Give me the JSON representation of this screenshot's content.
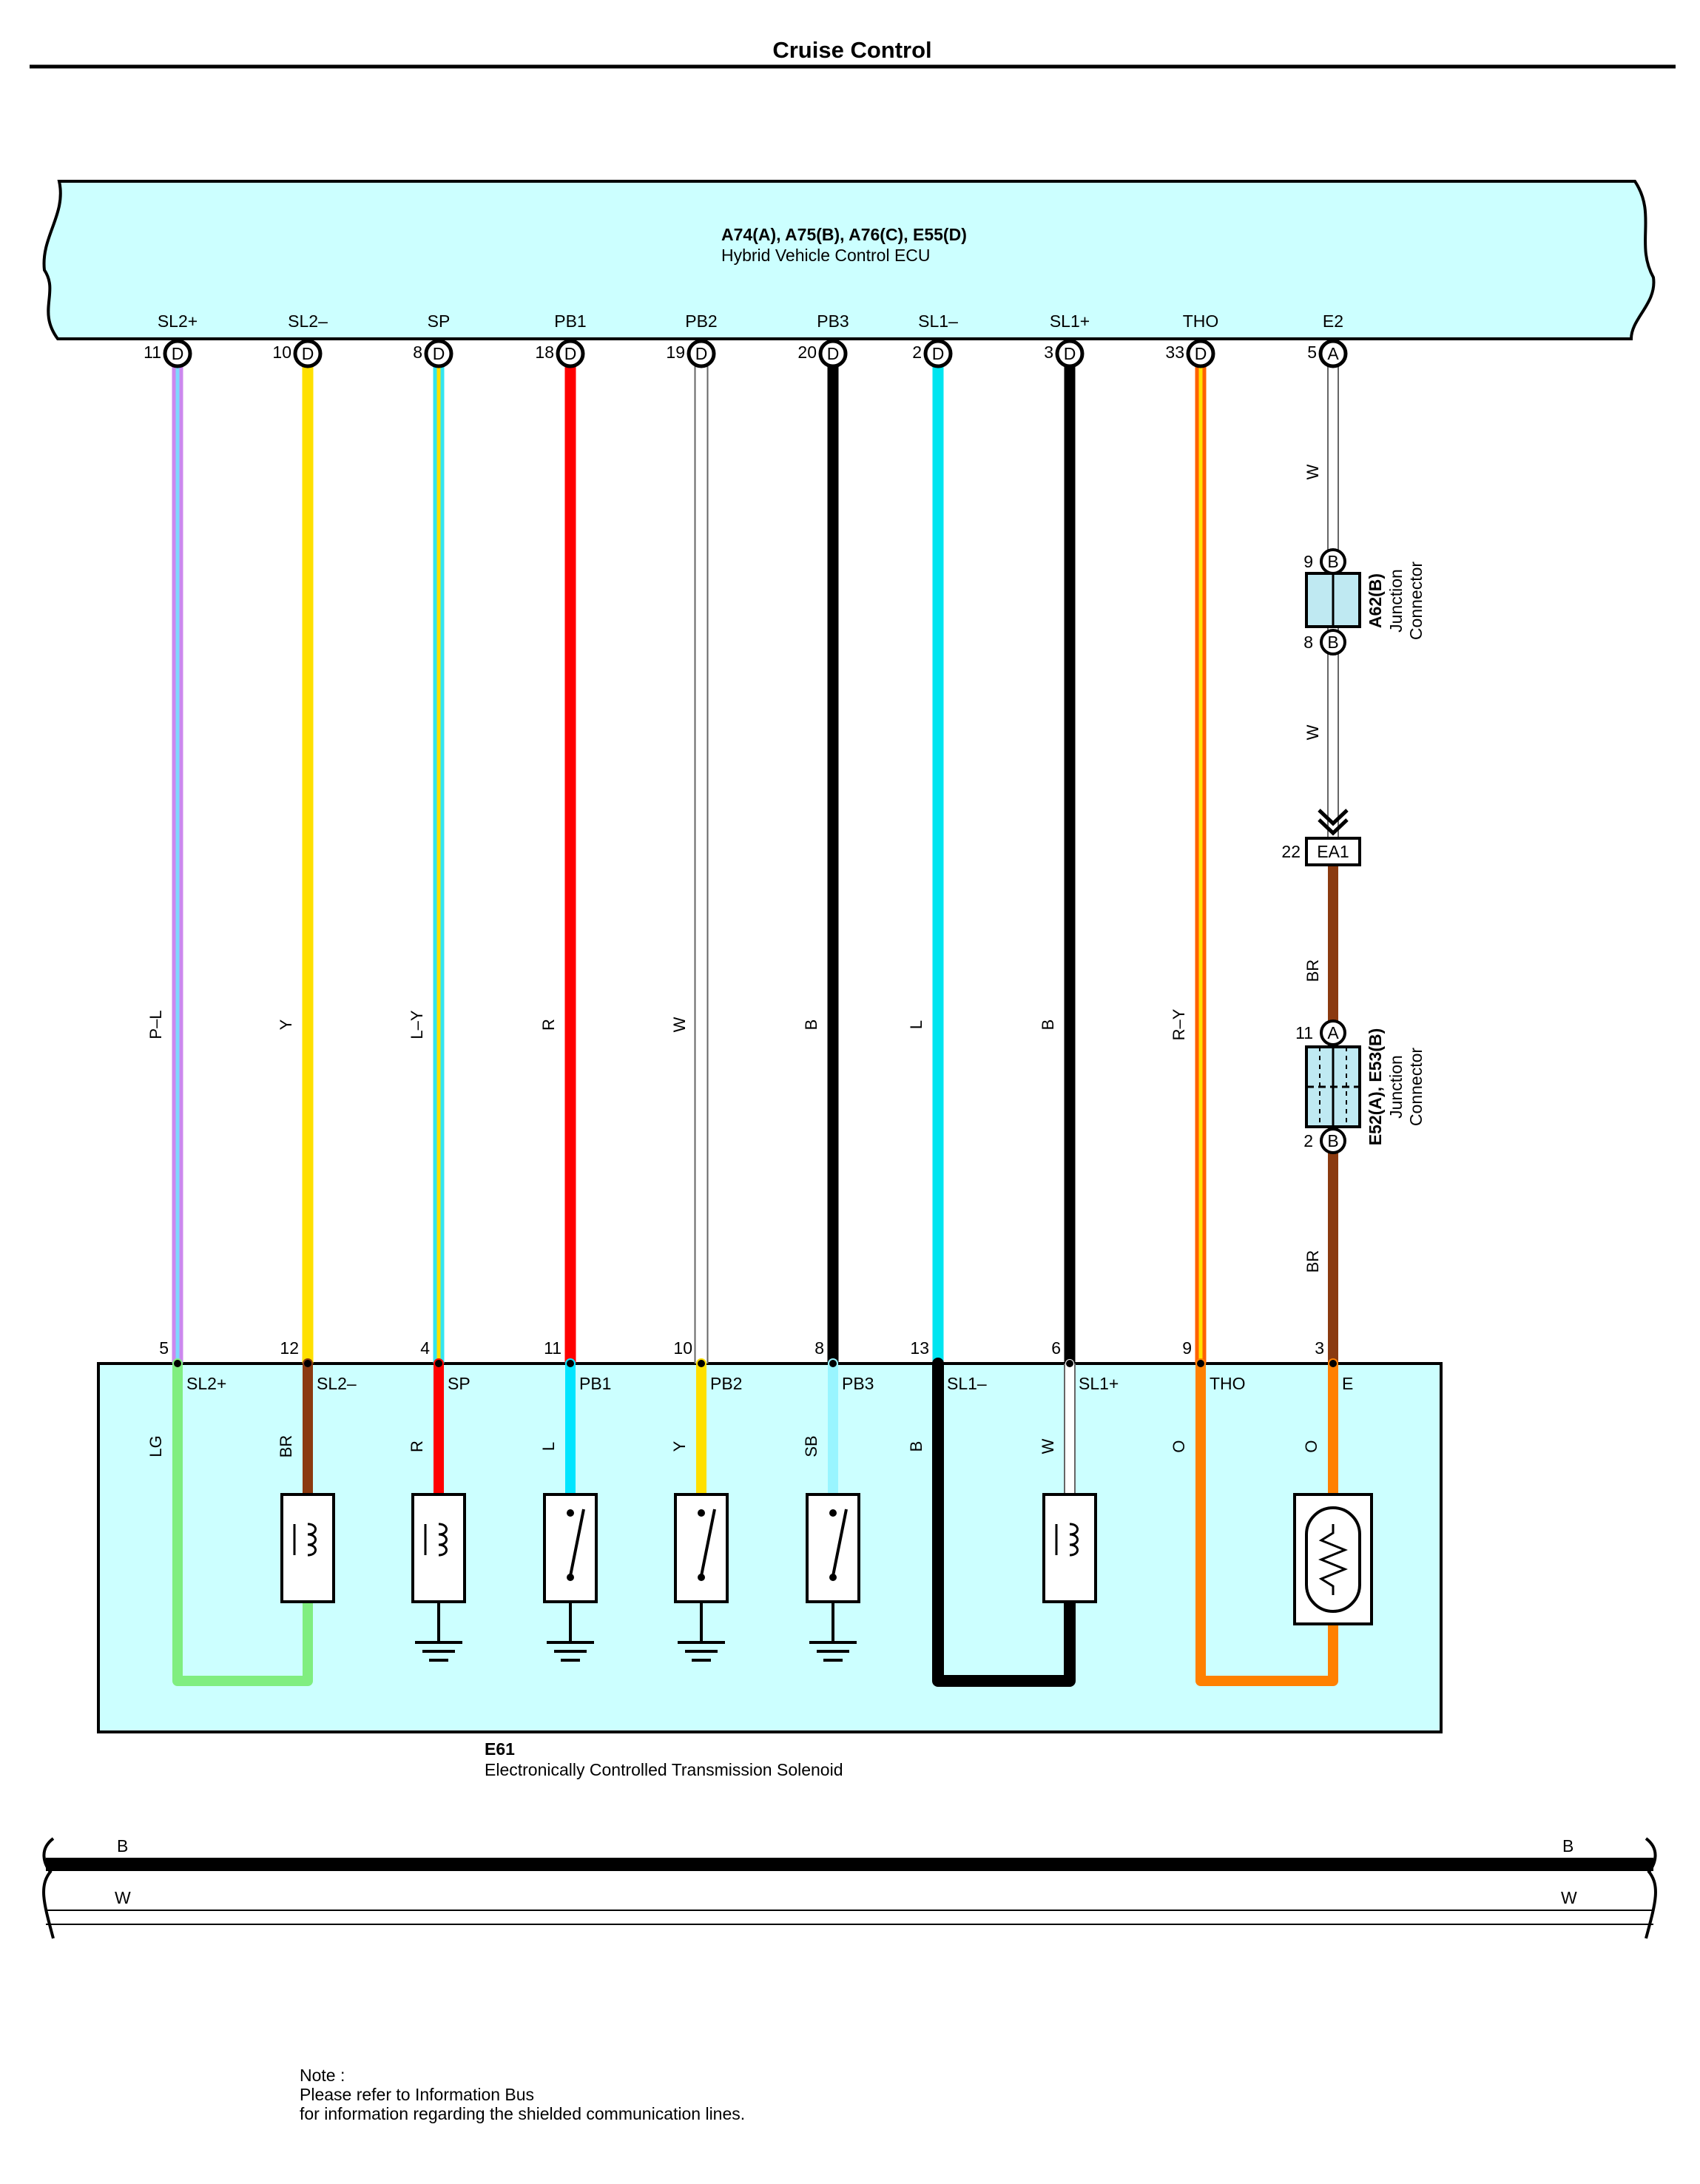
{
  "title": "Cruise Control",
  "ecu": {
    "codes": "A74(A), A75(B), A76(C), E55(D)",
    "name": "Hybrid Vehicle Control ECU"
  },
  "solenoid": {
    "code": "E61",
    "name": "Electronically Controlled Transmission Solenoid"
  },
  "junction_a62": {
    "code": "A62(B)",
    "line1": "Junction",
    "line2": "Connector",
    "pin_top": "9",
    "pin_bottom": "8",
    "letter": "B"
  },
  "junction_e52": {
    "code": "E52(A), E53(B)",
    "line1": "Junction",
    "line2": "Connector",
    "pin_top": "11",
    "pin_bottom": "2",
    "letter_top": "A",
    "letter_bottom": "B"
  },
  "connector_ea1": {
    "label": "EA1",
    "pin": "22"
  },
  "circuits": [
    {
      "ecu_label": "SL2+",
      "ecu_pin": "11",
      "ecu_conn": "D",
      "wire_color": "P–L",
      "sol_pin": "5",
      "sol_label": "SL2+",
      "inner_color": "LG",
      "colors": {
        "main": "#cc88ee",
        "stripe": "#7fd7ff",
        "inner": "#80ee80"
      }
    },
    {
      "ecu_label": "SL2–",
      "ecu_pin": "10",
      "ecu_conn": "D",
      "wire_color": "Y",
      "sol_pin": "12",
      "sol_label": "SL2–",
      "inner_color": "BR",
      "colors": {
        "main": "#ffe000",
        "inner": "#8b3a10"
      }
    },
    {
      "ecu_label": "SP",
      "ecu_pin": "8",
      "ecu_conn": "D",
      "wire_color": "L–Y",
      "sol_pin": "4",
      "sol_label": "SP",
      "inner_color": "R",
      "colors": {
        "main": "#33e5f0",
        "stripe": "#ffe000",
        "inner": "#ff0000"
      }
    },
    {
      "ecu_label": "PB1",
      "ecu_pin": "18",
      "ecu_conn": "D",
      "wire_color": "R",
      "sol_pin": "11",
      "sol_label": "PB1",
      "inner_color": "L",
      "colors": {
        "main": "#ff0000",
        "inner": "#00e5ff"
      }
    },
    {
      "ecu_label": "PB2",
      "ecu_pin": "19",
      "ecu_conn": "D",
      "wire_color": "W",
      "sol_pin": "10",
      "sol_label": "PB2",
      "inner_color": "Y",
      "colors": {
        "main": "#ffffff",
        "inner": "#ffe000"
      }
    },
    {
      "ecu_label": "PB3",
      "ecu_pin": "20",
      "ecu_conn": "D",
      "wire_color": "B",
      "sol_pin": "8",
      "sol_label": "PB3",
      "inner_color": "SB",
      "colors": {
        "main": "#000000",
        "inner": "#99f5ff"
      }
    },
    {
      "ecu_label": "SL1–",
      "ecu_pin": "2",
      "ecu_conn": "D",
      "wire_color": "L",
      "sol_pin": "13",
      "sol_label": "SL1–",
      "inner_color": "B",
      "colors": {
        "main": "#00e5f0",
        "inner": "#000000"
      }
    },
    {
      "ecu_label": "SL1+",
      "ecu_pin": "3",
      "ecu_conn": "D",
      "wire_color": "B",
      "sol_pin": "6",
      "sol_label": "SL1+",
      "inner_color": "W",
      "colors": {
        "main": "#000000",
        "inner": "#ffffff"
      }
    },
    {
      "ecu_label": "THO",
      "ecu_pin": "33",
      "ecu_conn": "D",
      "wire_color": "R–Y",
      "sol_pin": "9",
      "sol_label": "THO",
      "inner_color": "O",
      "colors": {
        "main": "#ff6000",
        "stripe": "#ffe000",
        "inner": "#ff8000"
      }
    },
    {
      "ecu_label": "E2",
      "ecu_pin": "5",
      "ecu_conn": "A",
      "wire_color": "W",
      "wire_color_mid": "W",
      "wire_color_lower": "BR",
      "wire_color_bottom": "BR",
      "sol_pin": "3",
      "sol_label": "E",
      "inner_color": "O",
      "colors": {
        "main": "#ffffff",
        "lower": "#8b3a10",
        "inner": "#ff8000"
      }
    }
  ],
  "legend": [
    {
      "label_left": "B",
      "label_right": "B",
      "color": "#000000"
    },
    {
      "label_left": "W",
      "label_right": "W",
      "color": "#ffffff"
    }
  ],
  "note": {
    "line1": "Note :",
    "line2": "Please refer to Information Bus",
    "line3": "for information regarding the shielded communication lines."
  }
}
